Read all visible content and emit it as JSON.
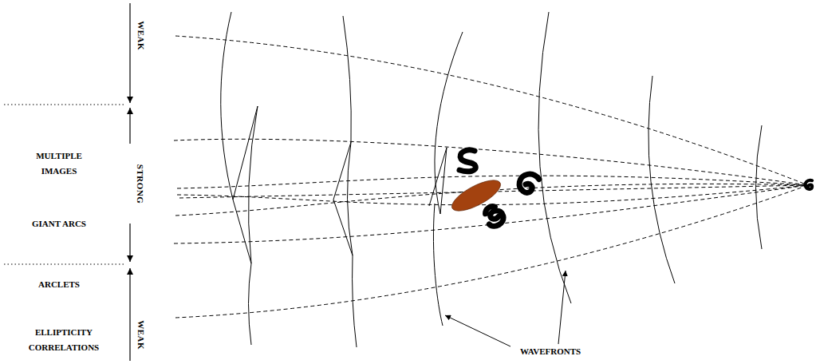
{
  "diagram": {
    "labels": [
      "WEAK",
      "MULTIPLE IMAGES",
      "STRONG",
      "GIANT ARCS",
      "ARCLETS",
      "WEAK",
      "ELLIPTICITY CORRELATIONS",
      "WAVEFRONTS"
    ]
  }
}
